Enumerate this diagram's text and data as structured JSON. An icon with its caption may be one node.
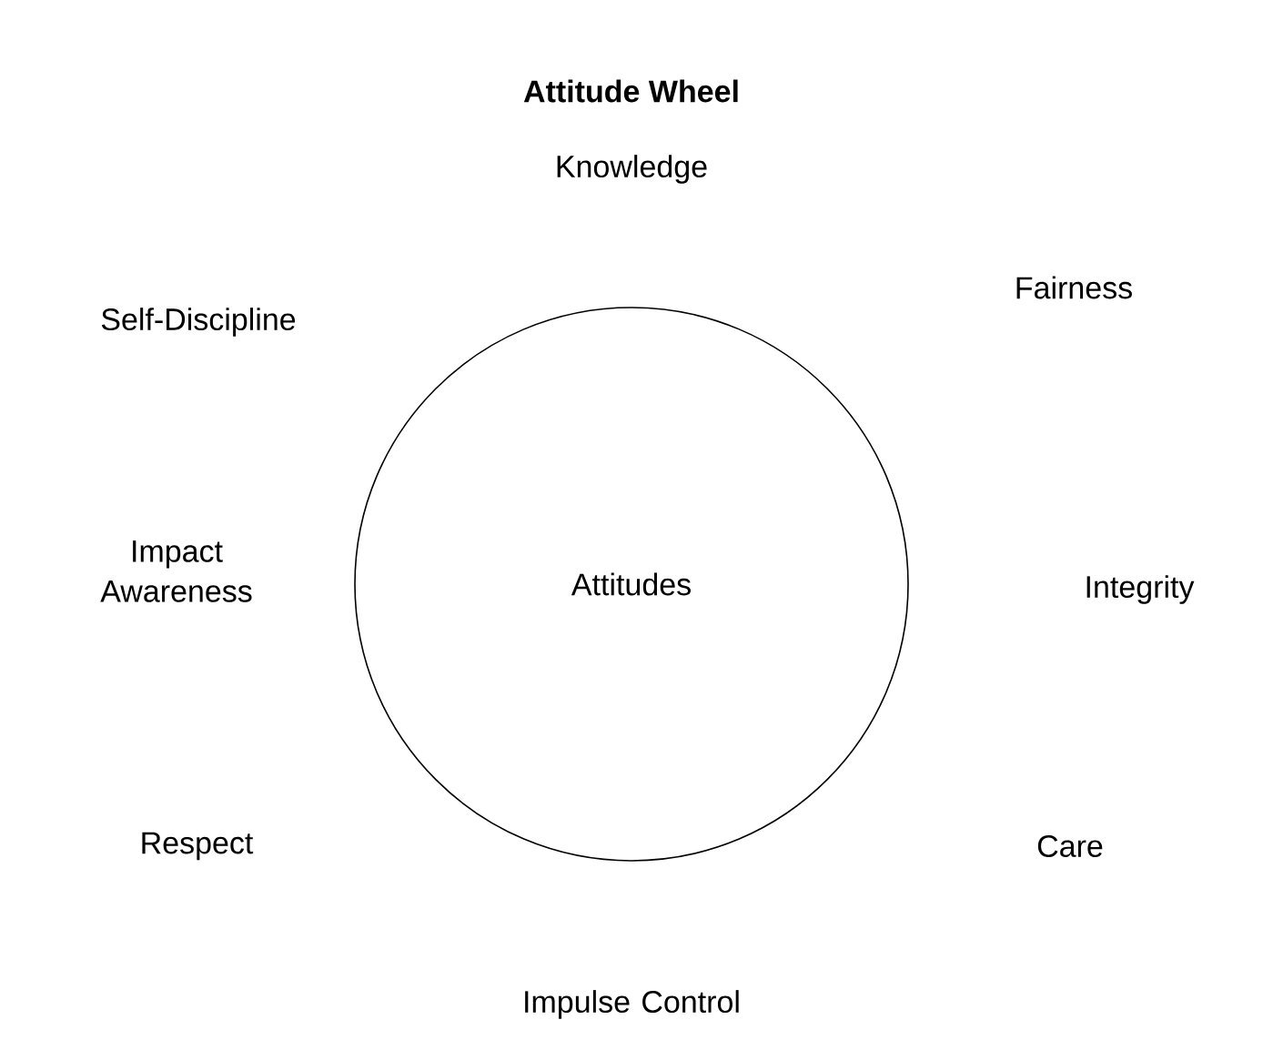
{
  "diagram": {
    "title": "Attitude Wheel",
    "nodes": [
      {
        "text": [
          "Attitudes"
        ]
      }
    ],
    "labels": [
      "Knowledge",
      "Self-Discipline",
      "Fairness",
      "Impact Awareness",
      "Integrity",
      "Respect",
      "Care",
      "Impulse Control"
    ]
  }
}
